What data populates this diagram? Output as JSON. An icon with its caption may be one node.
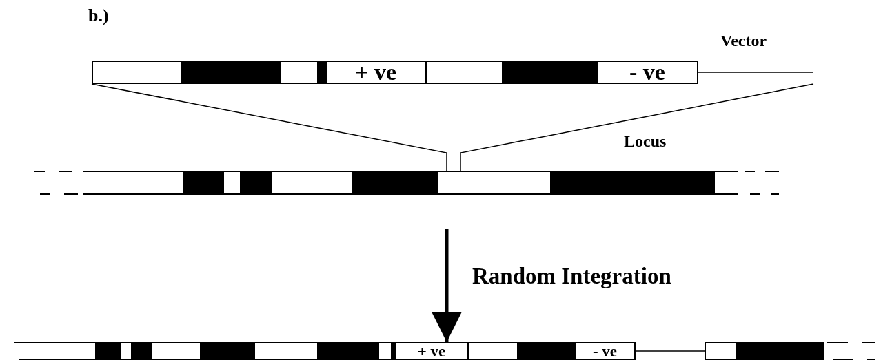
{
  "diagram": {
    "nodes": [
      {
        "text": [],
        "shape": "bar",
        "beside": [
          "Vector"
        ]
      },
      {
        "text": [
          "+ ve"
        ],
        "in": 0
      },
      {
        "text": [
          "- ve"
        ],
        "in": 0
      },
      {
        "text": [],
        "shape": "bar",
        "beside": [
          "Locus"
        ]
      },
      {
        "text": [],
        "shape": "bar"
      },
      {
        "text": [
          "+ ve"
        ],
        "in": 4
      },
      {
        "text": [
          "- ve"
        ],
        "in": 4
      }
    ],
    "edges": [
      {
        "from": 0,
        "to": 3,
        "arrow": "none"
      },
      {
        "from": 0,
        "to": 3,
        "arrow": "none"
      },
      {
        "from": 3,
        "to": 4,
        "arrow": "to",
        "label": "Random Integration",
        "style": "thick"
      }
    ],
    "labels": [
      "b.)"
    ]
  }
}
